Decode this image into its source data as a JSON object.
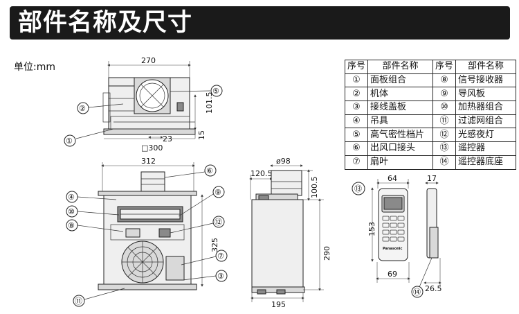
{
  "header": {
    "title": "部件名称及尺寸"
  },
  "unit_label": "单位:mm",
  "parts_table": {
    "headers": [
      "序号",
      "部件名称",
      "序号",
      "部件名称"
    ],
    "rows": [
      [
        "①",
        "面板组合",
        "⑧",
        "信号接收器"
      ],
      [
        "②",
        "机体",
        "⑨",
        "导风板"
      ],
      [
        "③",
        "接线盖板",
        "⑩",
        "加热器组合"
      ],
      [
        "④",
        "吊具",
        "⑪",
        "过滤网组合"
      ],
      [
        "⑤",
        "高气密性档片",
        "⑫",
        "光感夜灯"
      ],
      [
        "⑥",
        "出风口接头",
        "⑬",
        "遥控器"
      ],
      [
        "⑦",
        "扇叶",
        "⑭",
        "遥控器底座"
      ]
    ]
  },
  "dimensions": {
    "top_width": "270",
    "top_height": "101.5",
    "top_offset": "23",
    "top_flange": "15",
    "panel_size": "□300",
    "front_width": "312",
    "front_height": "325",
    "duct_diameter": "ø98",
    "side_offset": "120.5",
    "side_top": "100.5",
    "side_height": "290",
    "side_depth": "195",
    "remote_width": "64",
    "remote_depth": "17",
    "remote_height": "153",
    "remote_base_width": "69",
    "remote_base_depth": "26.5"
  },
  "callouts": [
    "①",
    "②",
    "③",
    "④",
    "⑤",
    "⑥",
    "⑦",
    "⑧",
    "⑨",
    "⑩",
    "⑪",
    "⑫",
    "⑬",
    "⑭"
  ],
  "remote": {
    "brand": "Panasonic"
  }
}
